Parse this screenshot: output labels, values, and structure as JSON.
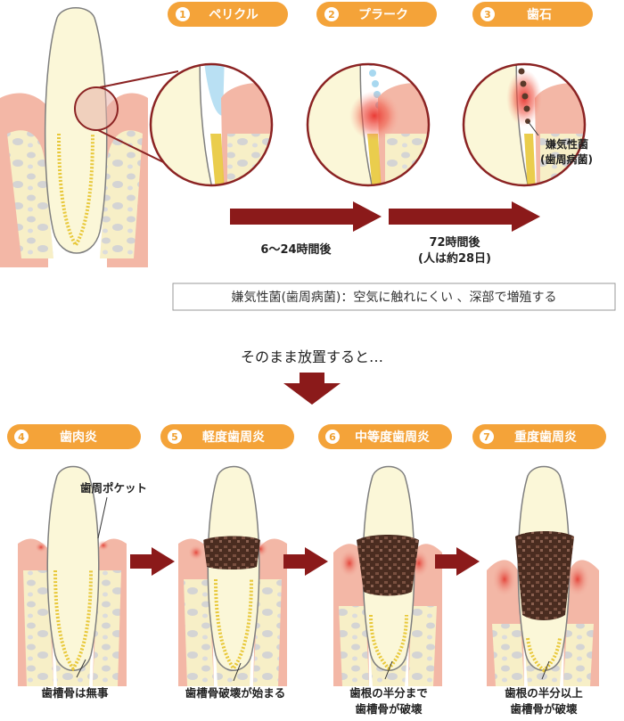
{
  "colors": {
    "badge": "#f4a339",
    "arrow": "#8b1a1a",
    "gum": "#f3b7a6",
    "gum_dark": "#e98f7d",
    "bone": "#f7efc7",
    "bone_spot": "#cfcfcf",
    "tooth": "#fbf7d8",
    "tooth_edge": "#7f7f7f",
    "plaque_blue": "#a8d8f0",
    "tartar": "#5a3a2a",
    "inflamed": "#e8302a",
    "ligament": "#e8c83a",
    "circle_edge": "#8b2323"
  },
  "stages_top": [
    {
      "num": "1",
      "label": "ペリクル"
    },
    {
      "num": "2",
      "label": "プラーク"
    },
    {
      "num": "3",
      "label": "歯石"
    }
  ],
  "bacteria_note": [
    "嫌気性菌",
    "(歯周病菌)"
  ],
  "time_labels": {
    "first": "6～24時間後",
    "second_line1": "72時間後",
    "second_line2": "(人は約28日)"
  },
  "info_box": "嫌気性菌(歯周病菌)：空気に触れにくい 、深部で増殖する",
  "lead_text": "そのまま放置すると…",
  "stages_bottom": [
    {
      "num": "4",
      "label": "歯肉炎",
      "caption": [
        "歯槽骨は無事"
      ]
    },
    {
      "num": "5",
      "label": "軽度歯周炎",
      "caption": [
        "歯槽骨破壊が始まる"
      ]
    },
    {
      "num": "6",
      "label": "中等度歯周炎",
      "caption": [
        "歯根の半分まで",
        "歯槽骨が破壊"
      ]
    },
    {
      "num": "7",
      "label": "重度歯周炎",
      "caption": [
        "歯根の半分以上",
        "歯槽骨が破壊"
      ]
    }
  ],
  "pocket_label": "歯周ポケット"
}
